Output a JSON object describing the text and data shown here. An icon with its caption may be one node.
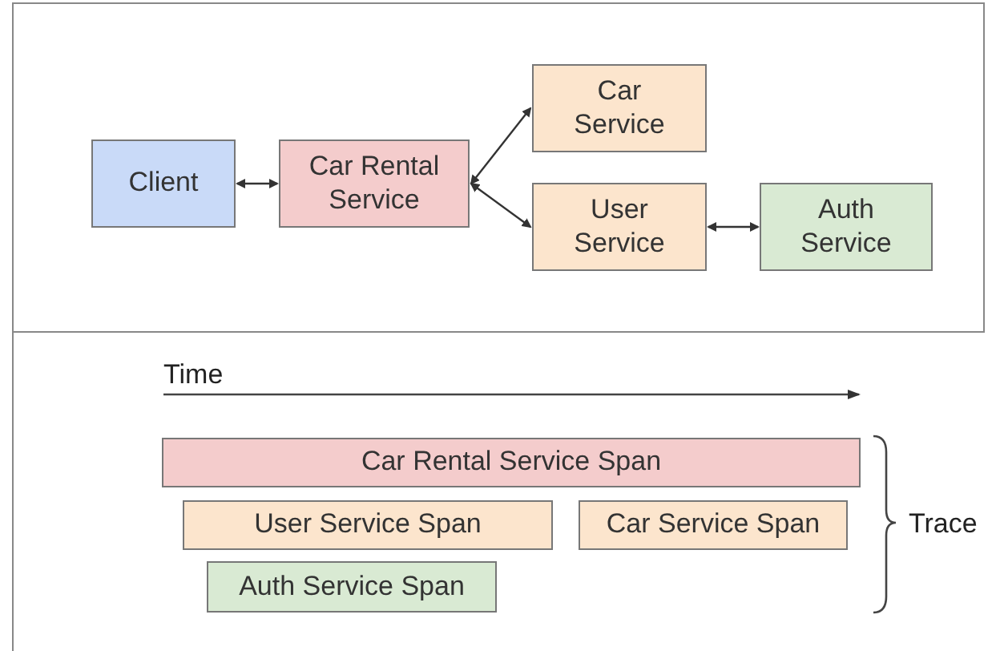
{
  "diagram": {
    "nodes": [
      {
        "text": [
          "Client"
        ]
      },
      {
        "text": [
          "Car Rental Service"
        ]
      },
      {
        "text": [
          "Car Service"
        ]
      },
      {
        "text": [
          "User Service"
        ]
      },
      {
        "text": [
          "Auth Service"
        ]
      },
      {
        "text": [
          "Car Rental Service Span"
        ]
      },
      {
        "text": [
          "User Service Span"
        ]
      },
      {
        "text": [
          "Car Service Span"
        ]
      },
      {
        "text": [
          "Auth Service Span"
        ]
      }
    ],
    "edges": [
      {
        "from": 0,
        "to": 1,
        "arrow": "both"
      },
      {
        "from": 1,
        "to": 2,
        "arrow": "both"
      },
      {
        "from": 1,
        "to": 3,
        "arrow": "both"
      },
      {
        "from": 3,
        "to": 4,
        "arrow": "both"
      }
    ],
    "labels": [
      "Time",
      "Trace"
    ]
  }
}
